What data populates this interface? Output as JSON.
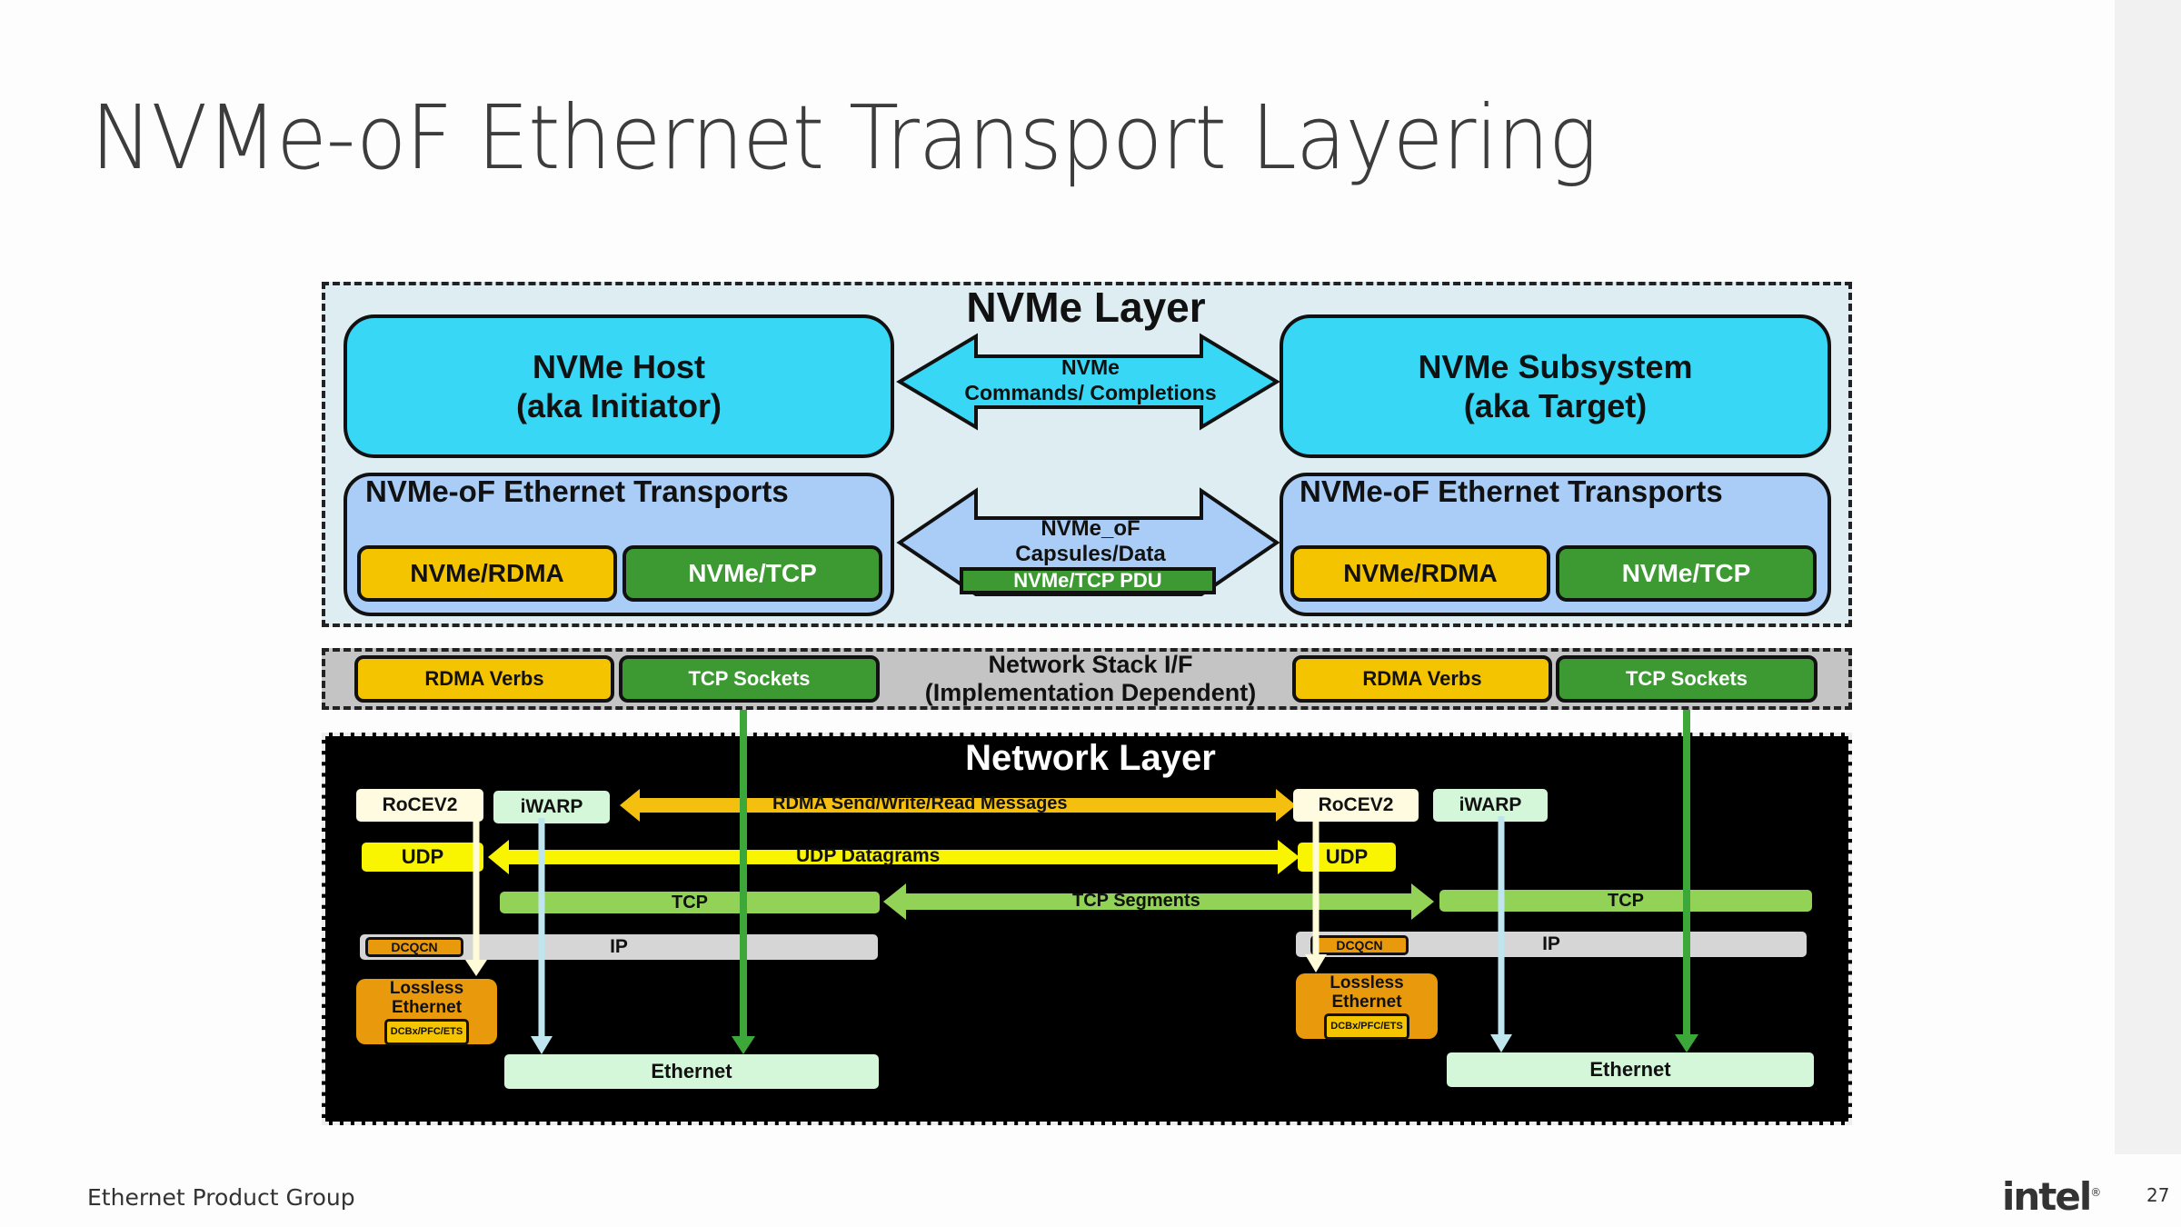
{
  "slide": {
    "title": "NVMe-oF Ethernet Transport Layering",
    "footer_left": "Ethernet Product Group",
    "logo": "intel",
    "page_number": "27"
  },
  "nvme_layer": {
    "title": "NVMe Layer",
    "host": {
      "line1": "NVMe Host",
      "line2": "(aka Initiator)"
    },
    "subsystem": {
      "line1": "NVMe Subsystem",
      "line2": "(aka Target)"
    },
    "commands_arrow": {
      "line1": "NVMe",
      "line2": "Commands/  Completions"
    },
    "capsules_arrow": {
      "line1": "NVMe_oF",
      "line2": "Capsules/Data",
      "pdu": "NVMe/TCP PDU"
    },
    "left_transports": {
      "title": "NVMe-oF Ethernet Transports",
      "rdma": "NVMe/RDMA",
      "tcp": "NVMe/TCP"
    },
    "right_transports": {
      "title": "NVMe-oF Ethernet Transports",
      "rdma": "NVMe/RDMA",
      "tcp": "NVMe/TCP"
    }
  },
  "network_stack": {
    "line1": "Network Stack I/F",
    "line2": "(Implementation Dependent)",
    "left": {
      "rdma": "RDMA Verbs",
      "tcp": "TCP Sockets"
    },
    "right": {
      "rdma": "RDMA Verbs",
      "tcp": "TCP Sockets"
    }
  },
  "network_layer": {
    "title": "Network Layer",
    "rdma_messages": "RDMA Send/Write/Read Messages",
    "udp_datagrams": "UDP Datagrams",
    "tcp_segments": "TCP Segments",
    "left": {
      "rocev2": "RoCEV2",
      "iwarp": "iWARP",
      "udp": "UDP",
      "tcp": "TCP",
      "ip": "IP",
      "dcqcn": "DCQCN",
      "lossless_line1": "Lossless",
      "lossless_line2": "Ethernet",
      "dcbx": "DCBx/PFC/ETS",
      "ethernet": "Ethernet"
    },
    "right": {
      "rocev2": "RoCEV2",
      "iwarp": "iWARP",
      "udp": "UDP",
      "tcp": "TCP",
      "ip": "IP",
      "dcqcn": "DCQCN",
      "lossless_line1": "Lossless",
      "lossless_line2": "Ethernet",
      "dcbx": "DCBx/PFC/ETS",
      "ethernet": "Ethernet"
    }
  },
  "colors": {
    "nvme_box": "#37d7f5",
    "transport_box": "#a9cdf6",
    "rdma_yellow": "#f5c400",
    "tcp_green": "#3d9a32",
    "rdma_messages_arrow": "#f5bf10",
    "udp_yellow": "#f9f501",
    "tcp_light_green": "#92d357",
    "lossless_orange": "#e99a0c"
  }
}
